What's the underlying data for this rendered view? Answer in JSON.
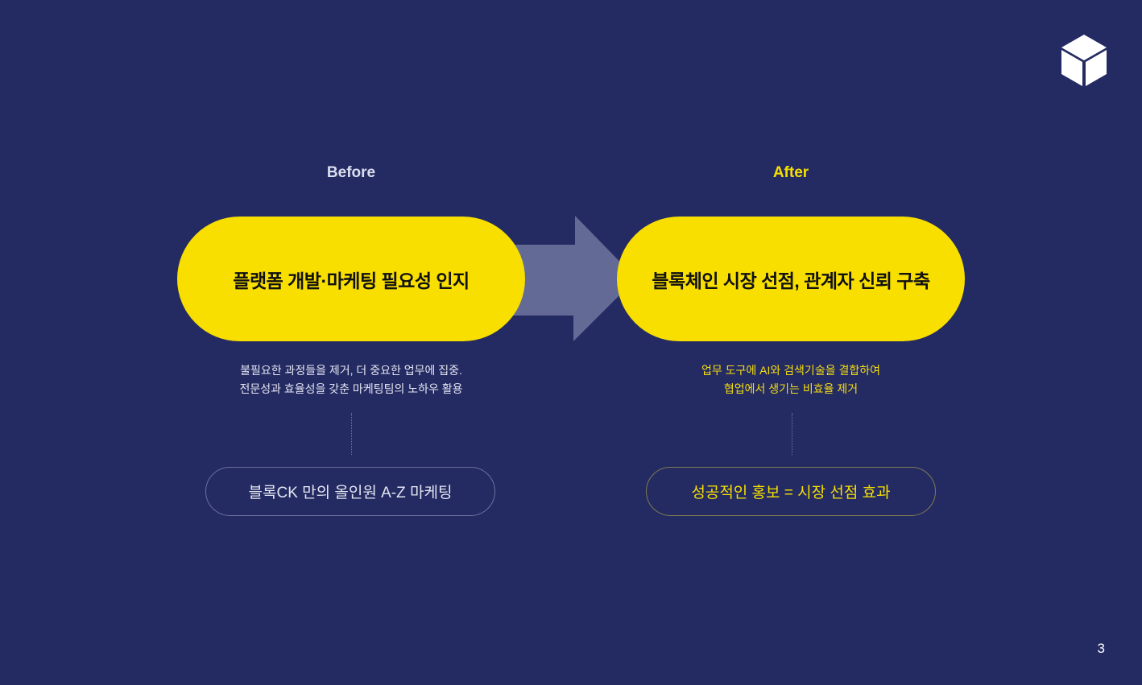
{
  "slide": {
    "background_color": "#242b62",
    "accent_color": "#f9df00",
    "logo_icon": "cube-icon",
    "page_number": "3"
  },
  "before": {
    "label": "Before",
    "pill_text": "플랫폼 개발·마케팅 필요성 인지",
    "description_lines": [
      "불필요한 과정들을 제거, 더 중요한 업무에 집중.",
      "전문성과 효율성을 갖춘 마케팅팀의 노하우 활용"
    ],
    "tag_text": "블록CK 만의 올인원 A-Z 마케팅"
  },
  "after": {
    "label": "After",
    "pill_text": "블록체인 시장 선점, 관계자 신뢰 구축",
    "description_lines": [
      "업무 도구에 AI와 검색기술을 결합하여",
      "협업에서 생기는 비효율 제거"
    ],
    "tag_text": "성공적인 홍보 = 시장 선점 효과"
  },
  "arrow_icon": "arrow-right-icon"
}
